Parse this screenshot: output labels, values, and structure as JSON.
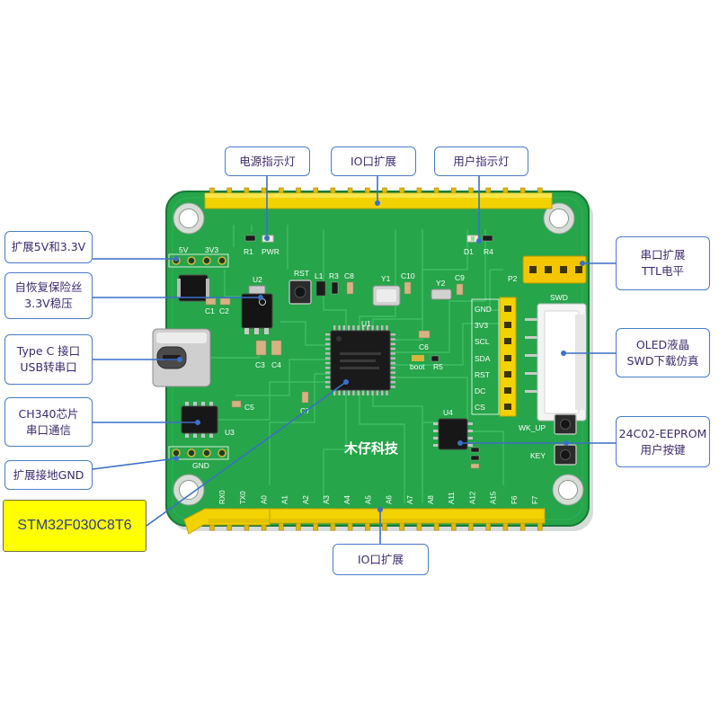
{
  "colors": {
    "callout_border": "#4a7cc7",
    "callout_text": "#3d2a6e",
    "line": "#3b6fc9",
    "mcu_box": "#ffff00",
    "board": "#26a54a",
    "header": "#f2d200"
  },
  "callouts": {
    "power_led": {
      "lines": [
        "电源指示灯"
      ]
    },
    "io_top": {
      "lines": [
        "IO口扩展"
      ]
    },
    "user_led": {
      "lines": [
        "用户指示灯"
      ]
    },
    "ext_power": {
      "lines": [
        "扩展5V和3.3V"
      ]
    },
    "fuse_regulator": {
      "lines": [
        "自恢复保险丝",
        "3.3V稳压"
      ]
    },
    "type_c": {
      "lines": [
        "Type C 接口",
        "USB转串口"
      ]
    },
    "ch340": {
      "lines": [
        "CH340芯片",
        "串口通信"
      ]
    },
    "ext_gnd": {
      "lines": [
        "扩展接地GND"
      ]
    },
    "mcu": {
      "lines": [
        "STM32F030C8T6"
      ]
    },
    "io_bottom": {
      "lines": [
        "IO口扩展"
      ]
    },
    "uart": {
      "lines": [
        "串口扩展",
        "TTL电平"
      ]
    },
    "oled_swd": {
      "lines": [
        "OLED液晶",
        "SWD下载仿真"
      ]
    },
    "eeprom_key": {
      "lines": [
        "24C02-EEPROM",
        "用户按键"
      ]
    }
  },
  "board": {
    "brand": "木仔科技",
    "silk": {
      "v5": "5V",
      "v3v3": "3V3",
      "gnd": "GND",
      "rst": "RST",
      "r1": "R1",
      "pwr": "PWR",
      "u2": "U2",
      "c1": "C1",
      "c2": "C2",
      "c3": "C3",
      "c4": "C4",
      "c5": "C5",
      "c6": "C6",
      "c7": "C7",
      "c8": "C8",
      "c9": "C9",
      "c10": "C10",
      "r3": "R3",
      "l1": "L1",
      "y1": "Y1",
      "y2": "Y2",
      "u1": "U1",
      "u3": "U3",
      "u4": "U4",
      "d1": "D1",
      "r4": "R4",
      "r5": "R5",
      "p2": "P2",
      "swd": "SWD",
      "boot": "boot",
      "wk_up": "WK_UP",
      "key": "KEY"
    },
    "oled_pins": [
      "GND",
      "3V3",
      "SCL",
      "SDA",
      "RST",
      "DC",
      "CS"
    ],
    "bottom_pins": [
      "RX0",
      "TX0",
      "A0",
      "A1",
      "A2",
      "A3",
      "A4",
      "A5",
      "A6",
      "A7",
      "A8",
      "A11",
      "A12",
      "A15",
      "F6",
      "F7"
    ]
  }
}
